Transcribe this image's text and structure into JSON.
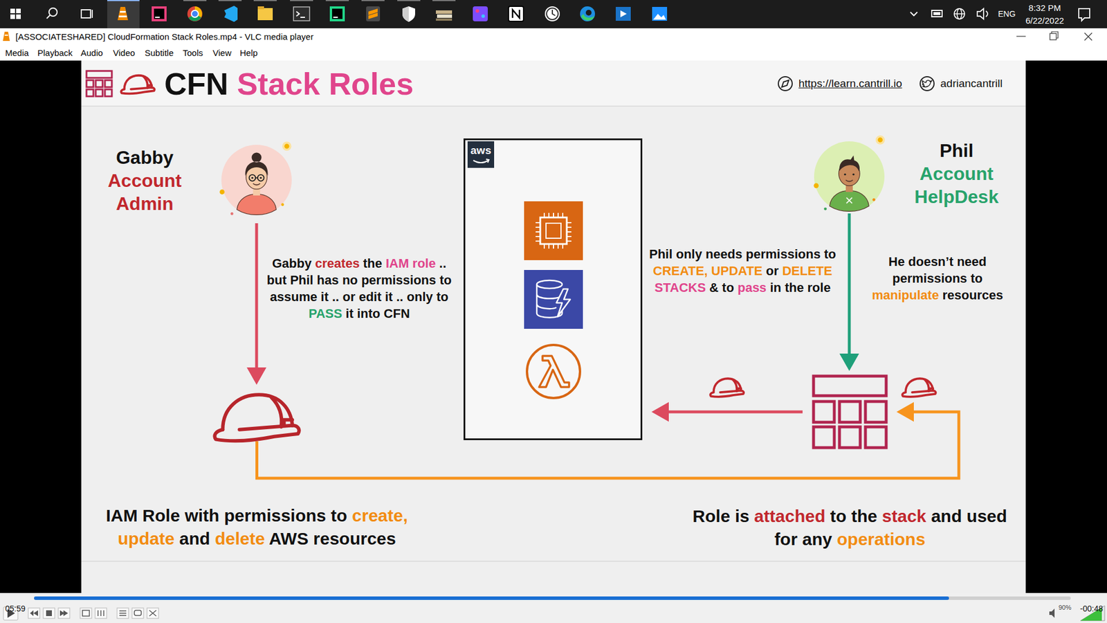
{
  "diagram": {
    "title": "CFN Stack Roles",
    "nodes": [
      {
        "text": [
          "Gabby Account Admin"
        ]
      },
      {
        "text": [
          "aws"
        ]
      },
      {
        "text": [
          "Phil Account HelpDesk"
        ]
      },
      {
        "text": [
          "IAM Role with permissions to create, update and delete AWS resources"
        ]
      },
      {
        "text": [
          "Role is attached to the stack and used for any operations"
        ]
      }
    ],
    "edges": [
      {
        "from": 0,
        "to": 3,
        "arrow": "to"
      },
      {
        "from": 2,
        "to": 4,
        "arrow": "to"
      },
      {
        "from": 3,
        "to": 4,
        "arrow": "to"
      },
      {
        "from": 4,
        "to": 1,
        "arrow": "to"
      }
    ],
    "labels": [
      "https://learn.cantrill.io",
      "adriancantrill",
      "Gabby creates the IAM role .. but Phil has no permissions to assume it .. or edit it .. only to PASS it into CFN",
      "Phil only needs permissions to CREATE, UPDATE or DELETE STACKS & to pass in the role",
      "He doesn’t need permissions to manipulate resources",
      "[ASSOCIATESHARED] CloudFormation Stack Roles.mp4 - VLC media player",
      "Media",
      "Playback",
      "Audio",
      "Video",
      "Subtitle",
      "Tools",
      "View",
      "Help",
      "05:59",
      "-00:48",
      "90%",
      "8:32 PM",
      "6/22/2022",
      "ENG"
    ]
  }
}
